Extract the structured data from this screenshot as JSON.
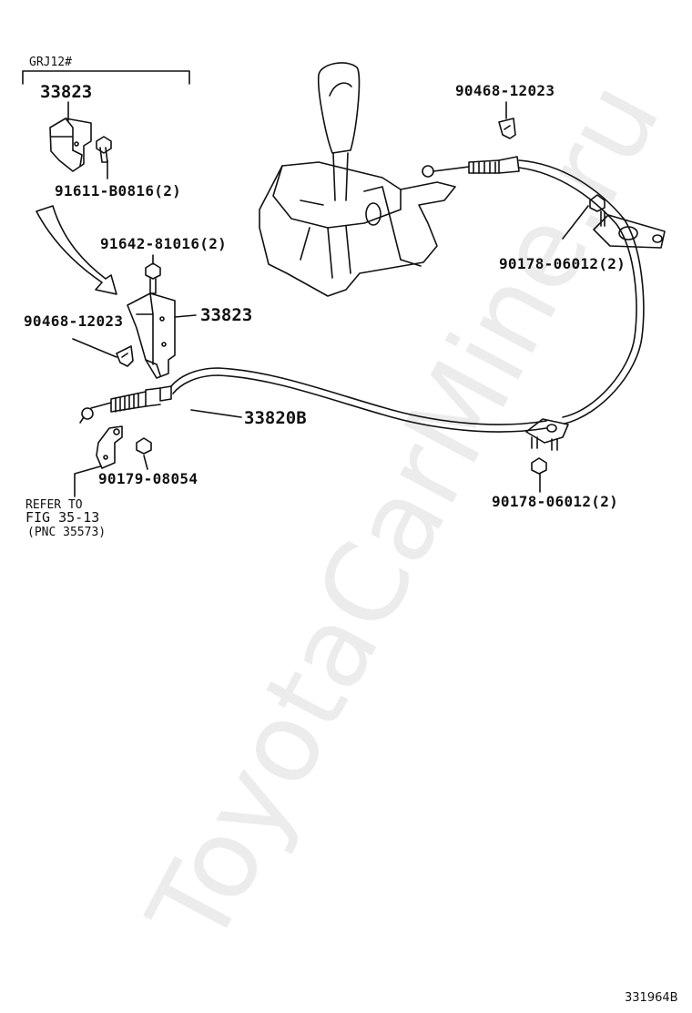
{
  "watermark": "ToyotaCarMine.ru",
  "variant_label": "GRJ12#",
  "parts": {
    "p33823_top": "33823",
    "p91611": "91611-B0816(2)",
    "p91642": "91642-81016(2)",
    "p90468_left": "90468-12023",
    "p33823_mid": "33823",
    "p33820B": "33820B",
    "p90179": "90179-08054",
    "p90468_right": "90468-12023",
    "p90178_upper": "90178-06012(2)",
    "p90178_lower": "90178-06012(2)"
  },
  "refer": {
    "line1": "REFER TO",
    "line2": "FIG 35-13",
    "line3": "(PNC 35573)"
  },
  "figure_id": "331964B"
}
